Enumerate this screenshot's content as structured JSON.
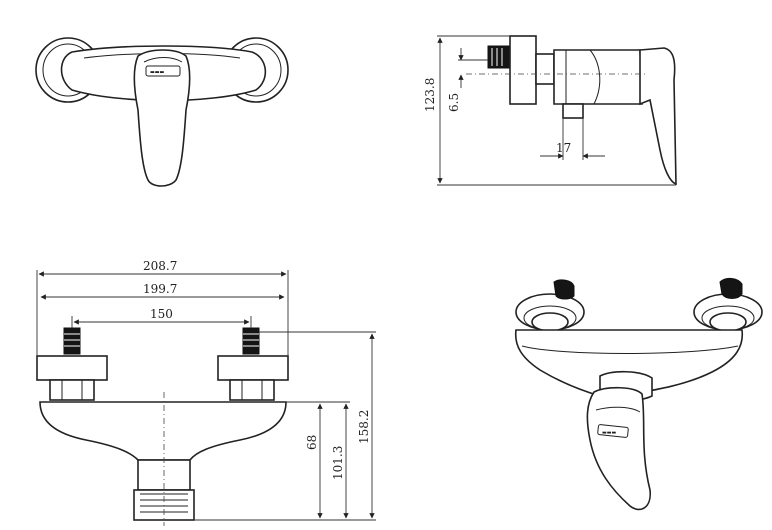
{
  "dimensions": {
    "side_height": "123.8",
    "side_offset": "6.5",
    "side_outlet": "17",
    "overall_width": "208.7",
    "body_width": "199.7",
    "inlet_spacing": "150",
    "height_68": "68",
    "height_101": "101.3",
    "total_height": "158.2"
  }
}
